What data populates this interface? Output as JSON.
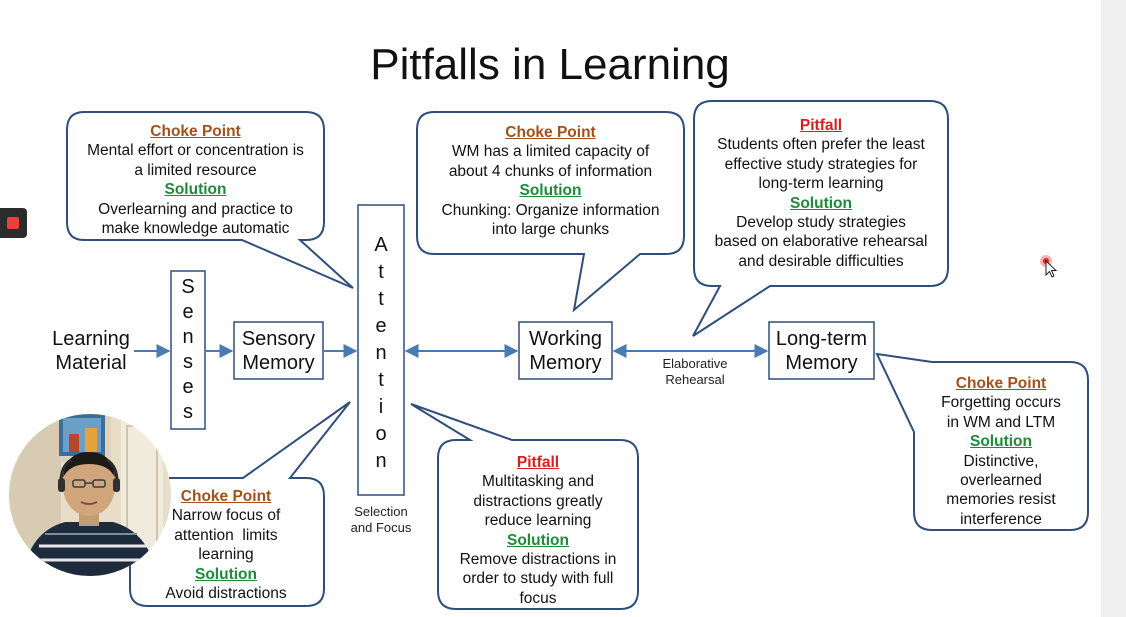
{
  "title": "Pitfalls in Learning",
  "nodes": {
    "learning_material_1": "Learning",
    "learning_material_2": "Material",
    "senses": [
      "S",
      "e",
      "n",
      "s",
      "e",
      "s"
    ],
    "sensory_1": "Sensory",
    "sensory_2": "Memory",
    "attention": [
      "A",
      "t",
      "t",
      "e",
      "n",
      "t",
      "i",
      "o",
      "n"
    ],
    "working_1": "Working",
    "working_2": "Memory",
    "longterm_1": "Long-term",
    "longterm_2": "Memory"
  },
  "labels": {
    "selection_1": "Selection",
    "selection_2": "and Focus",
    "elaborative_1": "Elaborative",
    "elaborative_2": "Rehearsal"
  },
  "bubbles": {
    "b1": {
      "header": "Choke Point",
      "problem": [
        "Mental effort or concentration is",
        "a limited resource"
      ],
      "solution_header": "Solution",
      "solution": [
        "Overlearning and practice to",
        "make knowledge automatic"
      ]
    },
    "b2": {
      "header": "Choke Point",
      "problem": [
        "WM has a limited capacity of",
        "about 4 chunks of information"
      ],
      "solution_header": "Solution",
      "solution": [
        "Chunking: Organize information",
        "into large chunks"
      ]
    },
    "b3": {
      "header": "Pitfall",
      "problem": [
        "Students often prefer the least",
        "effective study strategies for",
        "long-term learning"
      ],
      "solution_header": "Solution",
      "solution": [
        "Develop study strategies",
        "based on elaborative rehearsal",
        "and desirable difficulties"
      ]
    },
    "b4": {
      "header": "Choke Point",
      "problem": [
        "Narrow focus of",
        "attention  limits",
        "learning"
      ],
      "solution_header": "Solution",
      "solution": [
        "Avoid distractions"
      ]
    },
    "b5": {
      "header": "Pitfall",
      "problem": [
        "Multitasking and",
        "distractions greatly",
        "reduce learning"
      ],
      "solution_header": "Solution",
      "solution": [
        "Remove distractions in",
        "order to study with full",
        "focus"
      ]
    },
    "b6": {
      "header": "Choke Point",
      "problem": [
        "Forgetting occurs",
        "in WM and LTM"
      ],
      "solution_header": "Solution",
      "solution": [
        "Distinctive,",
        "overlearned",
        "memories resist",
        "interference"
      ]
    }
  },
  "colors": {
    "box_stroke": "#2f4f7a",
    "arrow": "#4a7ab5",
    "choke_header": "#a0521a",
    "pitfall_header": "#d81e1e",
    "solution_header": "#1e8a3a"
  },
  "icons": [
    "record-icon",
    "cursor-icon",
    "webcam-video"
  ]
}
